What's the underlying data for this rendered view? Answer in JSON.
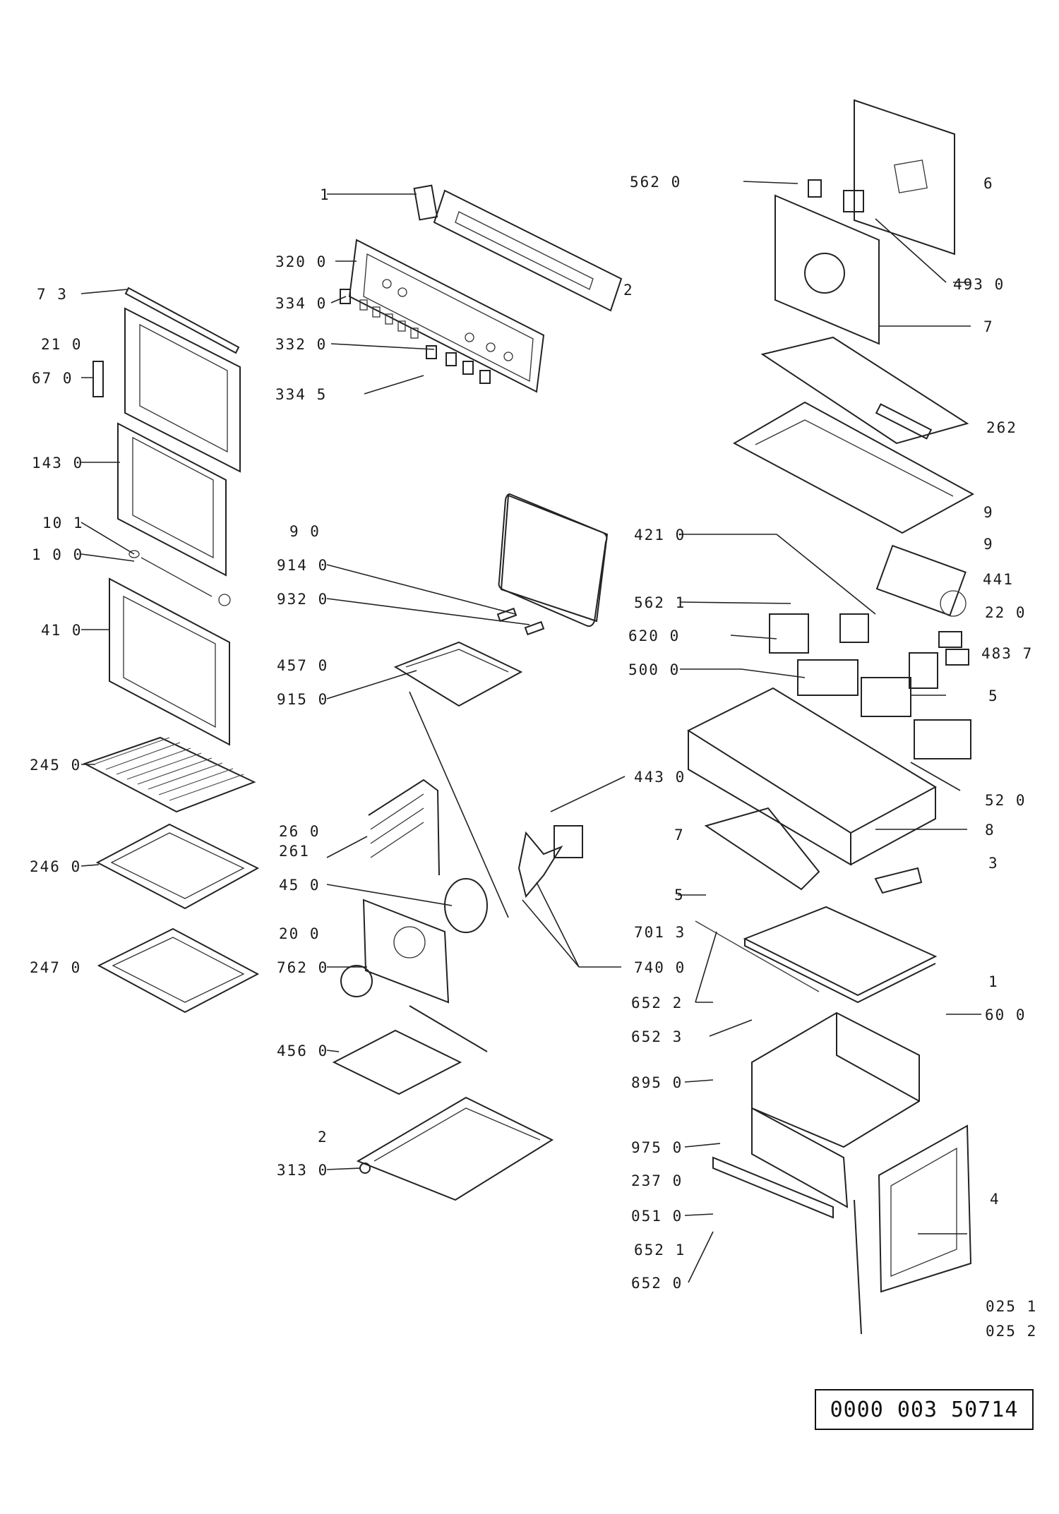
{
  "diagram": {
    "document_number": "0000 003 50714",
    "labels": {
      "l_1": "1",
      "l_320": "320 0",
      "l_334": "334 0",
      "l_332": "332 0",
      "l_3345": "334 5",
      "l_2a": "2",
      "l_70": "7 3",
      "l_210": "21 0",
      "l_670": "67 0",
      "l_143": "143 0",
      "l_101": "10 1",
      "l_100": "1 0 0",
      "l_41": "41 0",
      "l_245": "245 0",
      "l_246": "246 0",
      "l_247": "247 0",
      "l_90": "9 0",
      "l_914": "914 0",
      "l_932": "932 0",
      "l_457": "457 0",
      "l_915": "915 0",
      "l_26": "26 0",
      "l_261": "261",
      "l_45": "45 0",
      "l_20": "20 0",
      "l_762": "762 0",
      "l_456": "456 0",
      "l_2b": "2",
      "l_313": "313 0",
      "l_562a": "562 0",
      "l_6": "6",
      "l_4930": "493 0",
      "l_7": "7",
      "l_262": "262",
      "l_9a": "9",
      "l_9b": "9",
      "l_421": "421 0",
      "l_441": "441",
      "l_220": "22 0",
      "l_5621": "562 1",
      "l_620": "620 0",
      "l_4837": "483 7",
      "l_500": "500 0",
      "l_5": "5",
      "l_52": "52 0",
      "l_443": "443 0",
      "l_8": "8",
      "l_7b": "7",
      "l_3": "3",
      "l_5b": "5",
      "l_701": "701 3",
      "l_740": "740 0",
      "l_1b": "1",
      "l_6522": "652 2",
      "l_6523": "652 3",
      "l_60": "60 0",
      "l_895": "895 0",
      "l_975": "975 0",
      "l_237": "237 0",
      "l_051": "051 0",
      "l_6521": "652 1",
      "l_652": "652 0",
      "l_4": "4",
      "l_0251": "025 1",
      "l_0252": "025 2"
    }
  }
}
